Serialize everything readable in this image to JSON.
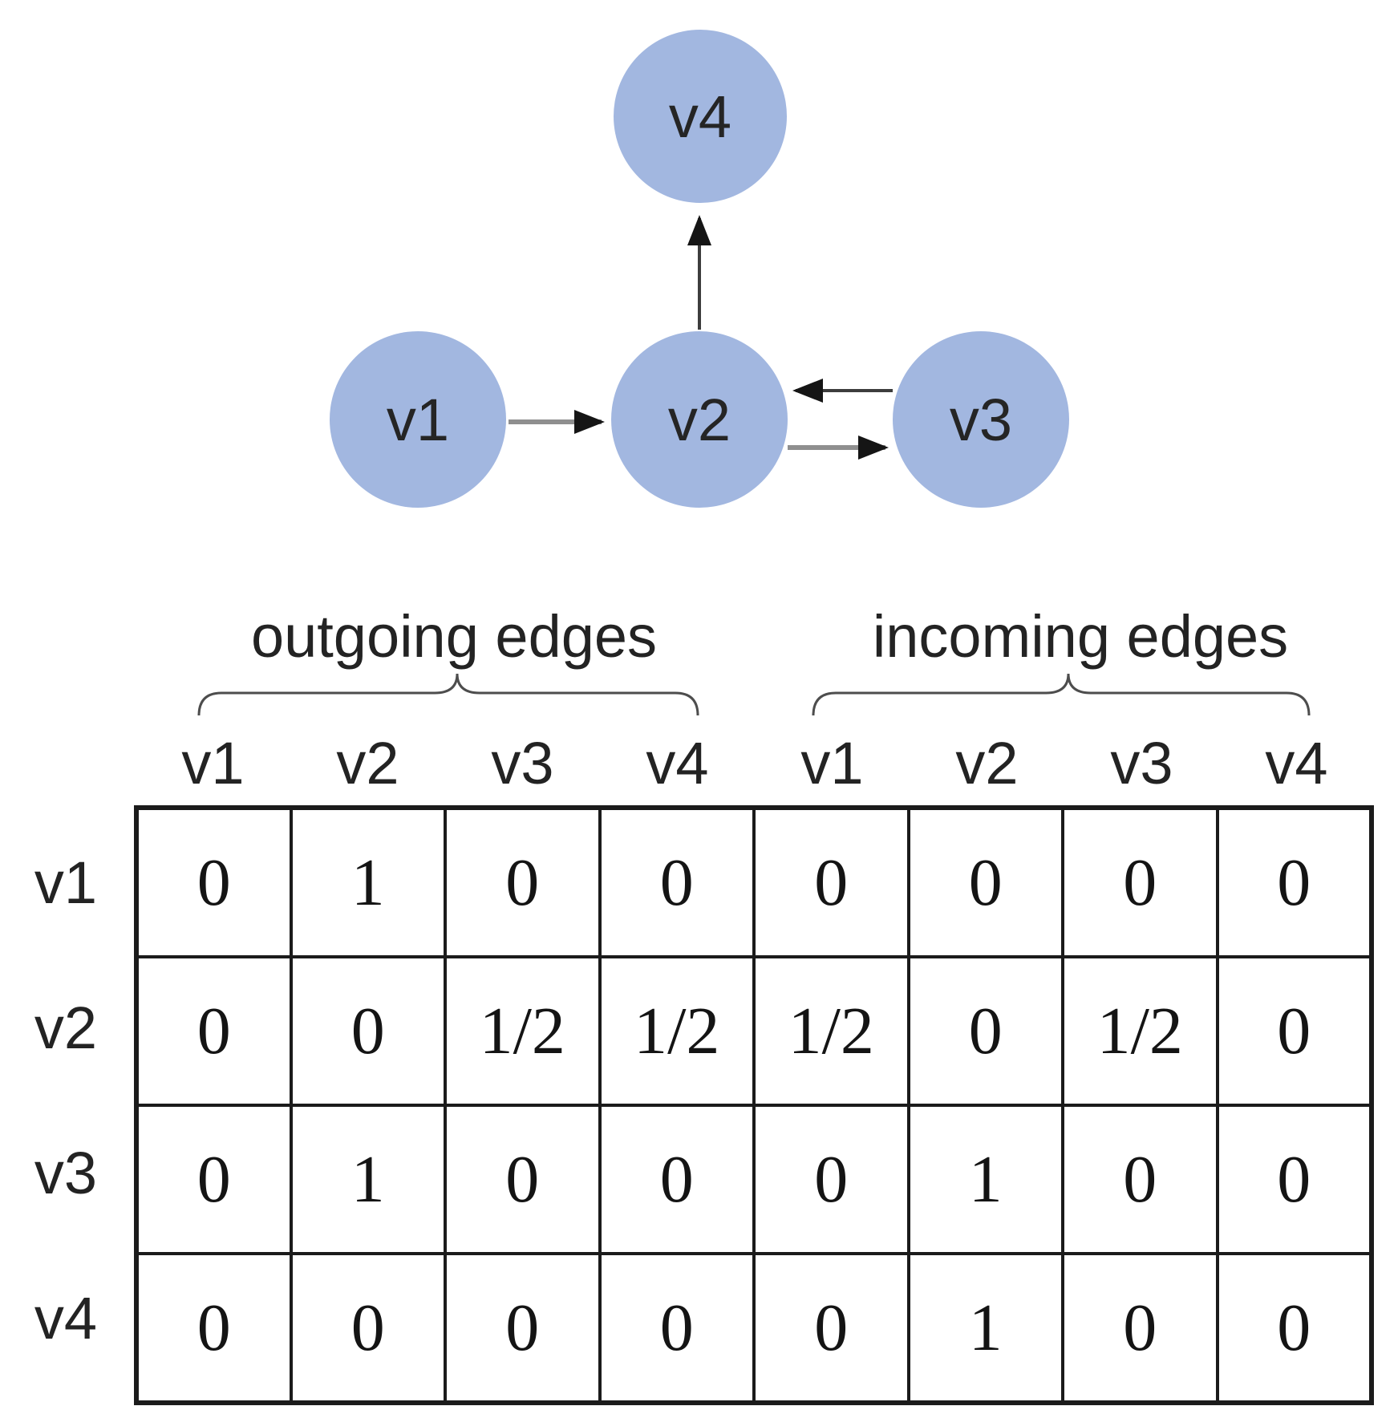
{
  "graph": {
    "node_fill": "#a2b7e0",
    "nodes": [
      {
        "id": "v1",
        "label": "v1"
      },
      {
        "id": "v2",
        "label": "v2"
      },
      {
        "id": "v3",
        "label": "v3"
      },
      {
        "id": "v4",
        "label": "v4"
      }
    ],
    "edges": [
      {
        "from": "v1",
        "to": "v2"
      },
      {
        "from": "v2",
        "to": "v4"
      },
      {
        "from": "v3",
        "to": "v2"
      },
      {
        "from": "v2",
        "to": "v3"
      }
    ]
  },
  "matrix": {
    "group_labels": {
      "outgoing": "outgoing edges",
      "incoming": "incoming edges"
    },
    "col_headers": [
      "v1",
      "v2",
      "v3",
      "v4",
      "v1",
      "v2",
      "v3",
      "v4"
    ],
    "row_headers": [
      "v1",
      "v2",
      "v3",
      "v4"
    ],
    "rows": [
      [
        "0",
        "1",
        "0",
        "0",
        "0",
        "0",
        "0",
        "0"
      ],
      [
        "0",
        "0",
        "1/2",
        "1/2",
        "1/2",
        "0",
        "1/2",
        "0"
      ],
      [
        "0",
        "1",
        "0",
        "0",
        "0",
        "1",
        "0",
        "0"
      ],
      [
        "0",
        "0",
        "0",
        "0",
        "0",
        "1",
        "0",
        "0"
      ]
    ]
  }
}
